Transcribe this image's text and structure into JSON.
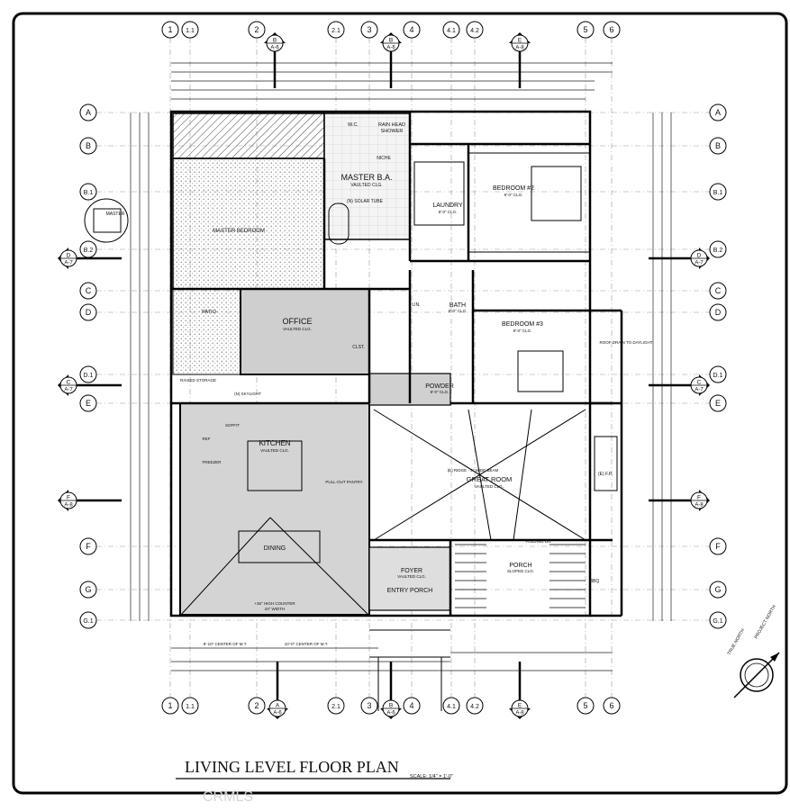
{
  "sheet": {
    "title": "LIVING LEVEL FLOOR PLAN",
    "scale": "SCALE: 1/4\" = 1'-0\"",
    "watermark": "CRMLS"
  },
  "grid": {
    "columns": [
      "1",
      "1.1",
      "2",
      "2.1",
      "3",
      "4",
      "4.1",
      "4.2",
      "5",
      "6"
    ],
    "rows": [
      "A",
      "B",
      "B.1",
      "B.2",
      "C",
      "D",
      "D.1",
      "E",
      "F",
      "G",
      "G.1"
    ]
  },
  "section_markers": {
    "top": [
      {
        "letter": "B",
        "sheet": "A-6"
      },
      {
        "letter": "B",
        "sheet": "A-6"
      },
      {
        "letter": "E",
        "sheet": "A-8"
      }
    ],
    "bottom": [
      {
        "letter": "A",
        "sheet": "A-6"
      },
      {
        "letter": "B",
        "sheet": "A-6"
      },
      {
        "letter": "E",
        "sheet": "A-8"
      }
    ],
    "left": [
      {
        "letter": "D",
        "sheet": "A-7"
      },
      {
        "letter": "C",
        "sheet": "A-7"
      },
      {
        "letter": "F",
        "sheet": "A-8"
      }
    ],
    "right": [
      {
        "letter": "D",
        "sheet": "A-7"
      },
      {
        "letter": "C",
        "sheet": "A-7"
      },
      {
        "letter": "F",
        "sheet": "A-8"
      }
    ]
  },
  "rooms": {
    "master_bath": {
      "name": "MASTER B.A.",
      "note": "VAULTED CLG."
    },
    "rain_head": {
      "name": "RAIN HEAD",
      "note": "SHOWER"
    },
    "wc": {
      "name": "W.C."
    },
    "laundry": {
      "name": "LAUNDRY",
      "note": "8'-0\" CLG."
    },
    "bedroom2": {
      "name": "BEDROOM #2",
      "note": "8'-0\" CLG."
    },
    "bedroom3": {
      "name": "BEDROOM #3",
      "note": "8'-0\" CLG."
    },
    "office": {
      "name": "OFFICE",
      "note": "VAULTED CLG."
    },
    "bath": {
      "name": "BATH",
      "note": "8'-0\" CLG."
    },
    "powder": {
      "name": "POWDER",
      "note": "8'-0\" CLG."
    },
    "kitchen": {
      "name": "KITCHEN",
      "note": "VAULTED CLG."
    },
    "great_room": {
      "name": "GREAT ROOM",
      "note": "VAULTED CLG."
    },
    "dining": {
      "name": "DINING"
    },
    "foyer": {
      "name": "FOYER",
      "note": "VAULTED CLG."
    },
    "entry_porch": {
      "name": "ENTRY PORCH"
    },
    "porch": {
      "name": "PORCH",
      "note": "SLOPED CLG."
    },
    "patio": {
      "name": "PATIO"
    },
    "master_bedroom": {
      "name": "MASTER BEDROOM"
    }
  },
  "labels": {
    "niche": "NICHE",
    "solar_tube": "(N) SOLAR TUBE",
    "clst": "CLST.",
    "lin": "LIN.",
    "freezer": "FREEZER",
    "ref": "REF",
    "soffit": "SOFFIT",
    "pullout_pantry": "PULL-OUT PANTRY",
    "bbq": "BBQ",
    "folding_dr": "FOLDING DR.",
    "roof_drain": "ROOF DRAIN TO DAYLIGHT",
    "ridge_beam": "(E) RIDGE - 4\" WIDE BEAM",
    "counter_top": "+36\" HIGH COUNTER",
    "counter_width": "24\" WIDTH",
    "raised_storage": "RAISED STORAGE",
    "skylight": "(N) SKYLIGHT",
    "efp": "(E) F.P.",
    "master_key": "MASTER",
    "dim_center": "8'-10\" CENTER OF M.T.",
    "dim_center2": "10'-0\" CENTER OF M.T."
  },
  "north_arrow": {
    "true_north": "TRUE NORTH",
    "project_north": "PROJECT NORTH"
  }
}
